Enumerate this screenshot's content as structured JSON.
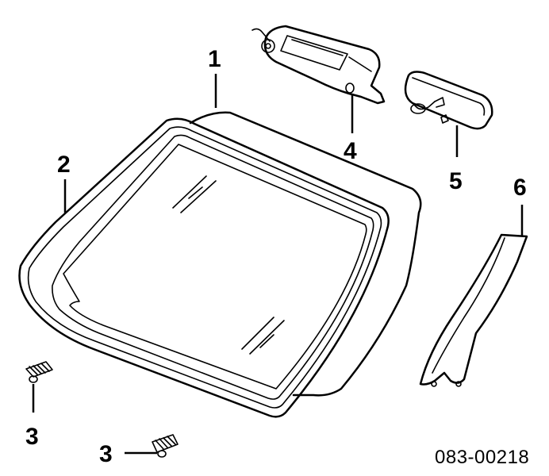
{
  "diagram": {
    "callouts": {
      "part_1": "1",
      "part_2": "2",
      "part_3_left": "3",
      "part_3_bottom": "3",
      "part_4": "4",
      "part_5": "5",
      "part_6": "6"
    },
    "diagram_code": "083-00218"
  }
}
